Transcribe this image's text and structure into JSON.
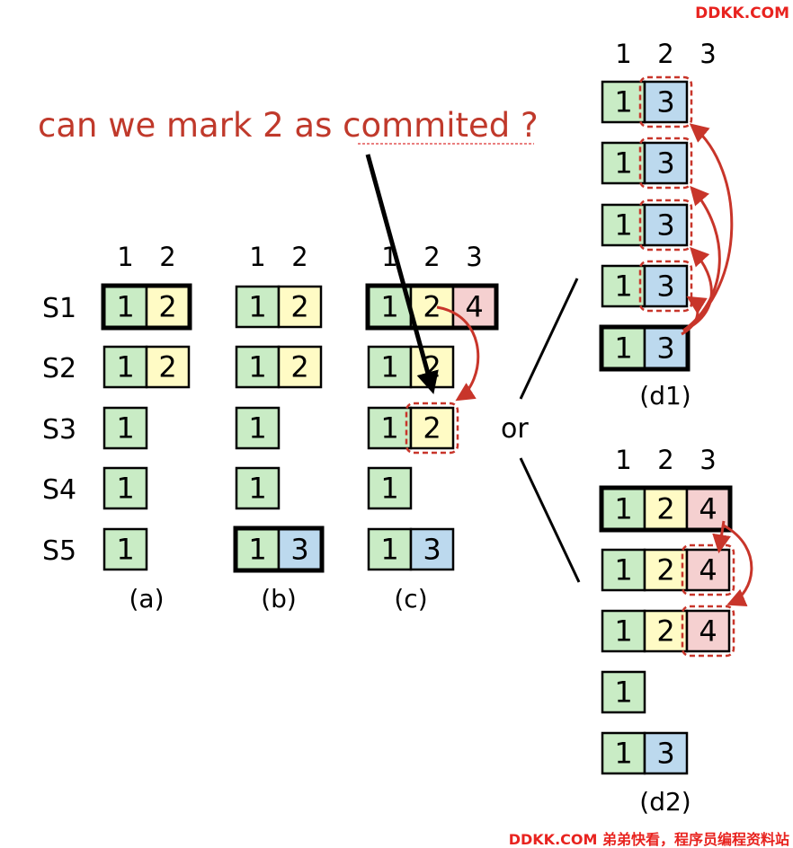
{
  "watermark_top": "DDKK.COM",
  "watermark_bottom": "DDKK.COM 弟弟快看，程序员编程资料站",
  "question": "can we mark 2 as commited ?",
  "or_label": "or",
  "server_labels": [
    "S1",
    "S2",
    "S3",
    "S4",
    "S5"
  ],
  "colors": {
    "term1": "#c9ecc5",
    "term2": "#fffbc5",
    "term3": "#bcd9ee",
    "term4": "#f5d0d0",
    "arrow": "#c8352a",
    "dashed": "#c8352a",
    "question": "#c0392b",
    "watermark": "#e8231f"
  },
  "panels": [
    {
      "id": "a",
      "caption": "(a)",
      "index_labels": [
        "1",
        "2"
      ],
      "rows": [
        {
          "entries": [
            "1",
            "2"
          ],
          "leader": true
        },
        {
          "entries": [
            "1",
            "2"
          ],
          "leader": false
        },
        {
          "entries": [
            "1"
          ],
          "leader": false
        },
        {
          "entries": [
            "1"
          ],
          "leader": false
        },
        {
          "entries": [
            "1"
          ],
          "leader": false
        }
      ]
    },
    {
      "id": "b",
      "caption": "(b)",
      "index_labels": [
        "1",
        "2"
      ],
      "rows": [
        {
          "entries": [
            "1",
            "2"
          ],
          "leader": false
        },
        {
          "entries": [
            "1",
            "2"
          ],
          "leader": false
        },
        {
          "entries": [
            "1"
          ],
          "leader": false
        },
        {
          "entries": [
            "1"
          ],
          "leader": false
        },
        {
          "entries": [
            "1",
            "3"
          ],
          "leader": true
        }
      ]
    },
    {
      "id": "c",
      "caption": "(c)",
      "index_labels": [
        "1",
        "2",
        "3"
      ],
      "rows": [
        {
          "entries": [
            "1",
            "2",
            "4"
          ],
          "leader": true
        },
        {
          "entries": [
            "1",
            "2"
          ],
          "leader": false
        },
        {
          "entries": [
            "1",
            "2"
          ],
          "leader": false
        },
        {
          "entries": [
            "1"
          ],
          "leader": false
        },
        {
          "entries": [
            "1",
            "3"
          ],
          "leader": false
        }
      ]
    },
    {
      "id": "d1",
      "caption": "(d1)",
      "index_labels": [
        "1",
        "2",
        "3"
      ],
      "rows": [
        {
          "entries": [
            "1",
            "3"
          ],
          "leader": false
        },
        {
          "entries": [
            "1",
            "3"
          ],
          "leader": false
        },
        {
          "entries": [
            "1",
            "3"
          ],
          "leader": false
        },
        {
          "entries": [
            "1",
            "3"
          ],
          "leader": false
        },
        {
          "entries": [
            "1",
            "3"
          ],
          "leader": true
        }
      ]
    },
    {
      "id": "d2",
      "caption": "(d2)",
      "index_labels": [
        "1",
        "2",
        "3"
      ],
      "rows": [
        {
          "entries": [
            "1",
            "2",
            "4"
          ],
          "leader": true
        },
        {
          "entries": [
            "1",
            "2",
            "4"
          ],
          "leader": false
        },
        {
          "entries": [
            "1",
            "2",
            "4"
          ],
          "leader": false
        },
        {
          "entries": [
            "1"
          ],
          "leader": false
        },
        {
          "entries": [
            "1",
            "3"
          ],
          "leader": false
        }
      ]
    }
  ]
}
